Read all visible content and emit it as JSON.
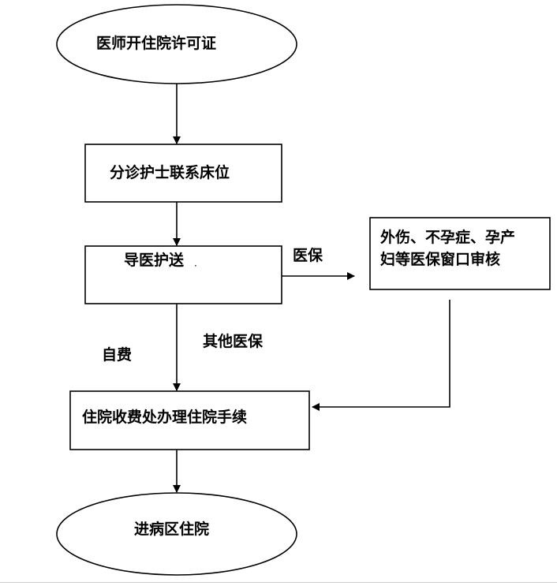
{
  "flowchart": {
    "start": "医师开住院许可证",
    "step1": "分诊护士联系床位",
    "step2": "导医护送",
    "side_box_line1": "外伤、不孕症、孕产",
    "side_box_line2": "妇等医保窗口审核",
    "step3": "住院收费处办理住院手续",
    "end": "进病区住院",
    "edge_medical_insurance": "医保",
    "edge_self_pay": "自费",
    "edge_other_insurance": "其他医保",
    "stray_mark": "·"
  }
}
